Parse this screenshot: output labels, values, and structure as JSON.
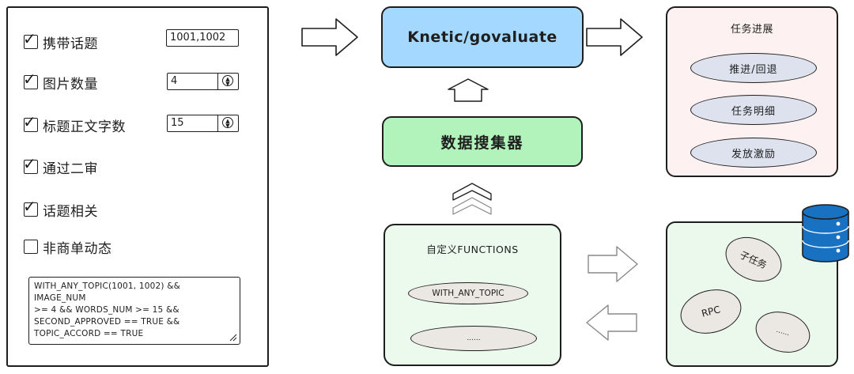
{
  "form": {
    "options": [
      {
        "label": "携带话题",
        "checked": true,
        "value": "1001,1002",
        "control": "text"
      },
      {
        "label": "图片数量",
        "checked": true,
        "value": "4",
        "control": "number"
      },
      {
        "label": "标题正文字数",
        "checked": true,
        "value": "15",
        "control": "number"
      },
      {
        "label": "通过二审",
        "checked": true
      },
      {
        "label": "话题相关",
        "checked": true
      },
      {
        "label": "非商单动态",
        "checked": false
      }
    ],
    "check_mark": "✓",
    "expression_lines": [
      "WITH_ANY_TOPIC(1001, 1002) && IMAGE_NUM",
      ">= 4 && WORDS_NUM >= 15 &&",
      "SECOND_APPROVED == TRUE &&",
      "TOPIC_ACCORD == TRUE"
    ]
  },
  "engine": {
    "label": "Knetic/govaluate",
    "color": "#a5d8ff"
  },
  "collector": {
    "label": "数据搜集器",
    "color": "#b2f2bb"
  },
  "functions": {
    "title": "自定义FUNCTIONS",
    "items": [
      "WITH_ANY_TOPIC",
      "......"
    ]
  },
  "progress": {
    "title": "任务进展",
    "items": [
      "推进/回退",
      "任务明细",
      "发放激励"
    ]
  },
  "rpc_panel": {
    "items": [
      "子任务",
      "RPC",
      "......"
    ],
    "database_icon_color": "#1971c2"
  }
}
